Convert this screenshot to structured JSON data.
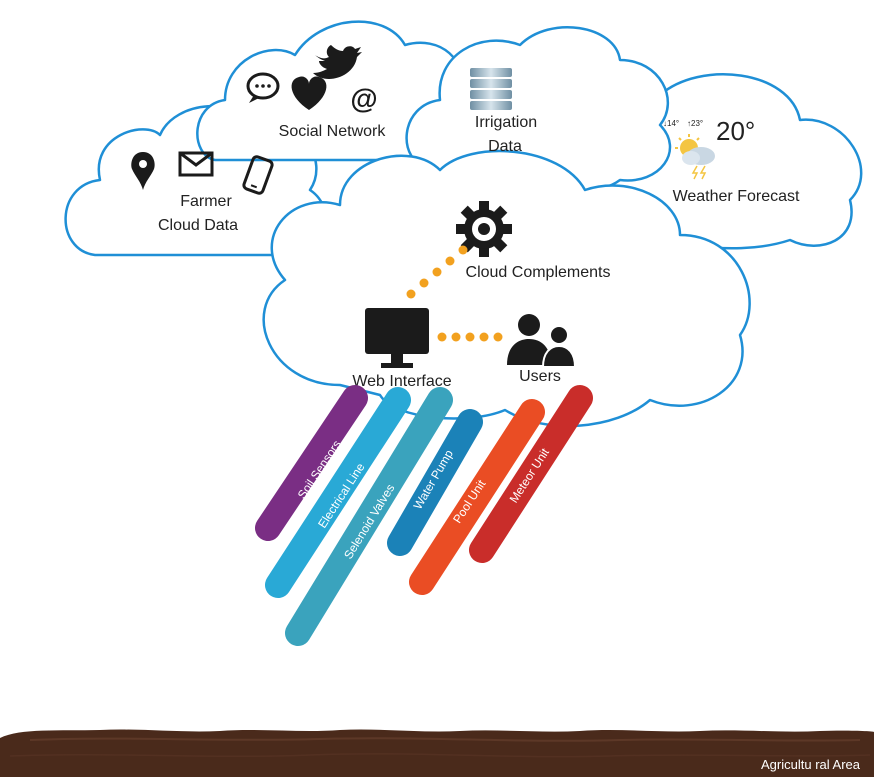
{
  "clouds": {
    "farmer": {
      "label_line1": "Farmer",
      "label_line2": "Cloud Data"
    },
    "social": {
      "label": "Social Network"
    },
    "irrigation": {
      "label_line1": "Irrigation",
      "label_line2": "Data"
    },
    "weather": {
      "low_temp": "↓14°",
      "high_temp": "↑23°",
      "current_temp": "20°",
      "label": "Weather Forecast"
    },
    "central": {
      "complements_label": "Cloud Complements",
      "web_interface_label": "Web Interface",
      "users_label": "Users"
    }
  },
  "rain_streaks": [
    {
      "label": "Soil Sensors",
      "color": "#7a2e84"
    },
    {
      "label": "Electrical Line",
      "color": "#29a9d6"
    },
    {
      "label": "Selenoid Valves",
      "color": "#3aa3bd"
    },
    {
      "label": "Water Pump",
      "color": "#1b82b8"
    },
    {
      "label": "Pool Unit",
      "color": "#ea4d24"
    },
    {
      "label": "Meteor Unit",
      "color": "#c92d2a"
    }
  ],
  "ground": {
    "label": "Agricultu ral Area",
    "color": "#4a2a1b"
  },
  "colors": {
    "cloud_stroke": "#1f8fd6",
    "connector_dots": "#f2a11f",
    "icon_dark": "#1b1b1b"
  }
}
